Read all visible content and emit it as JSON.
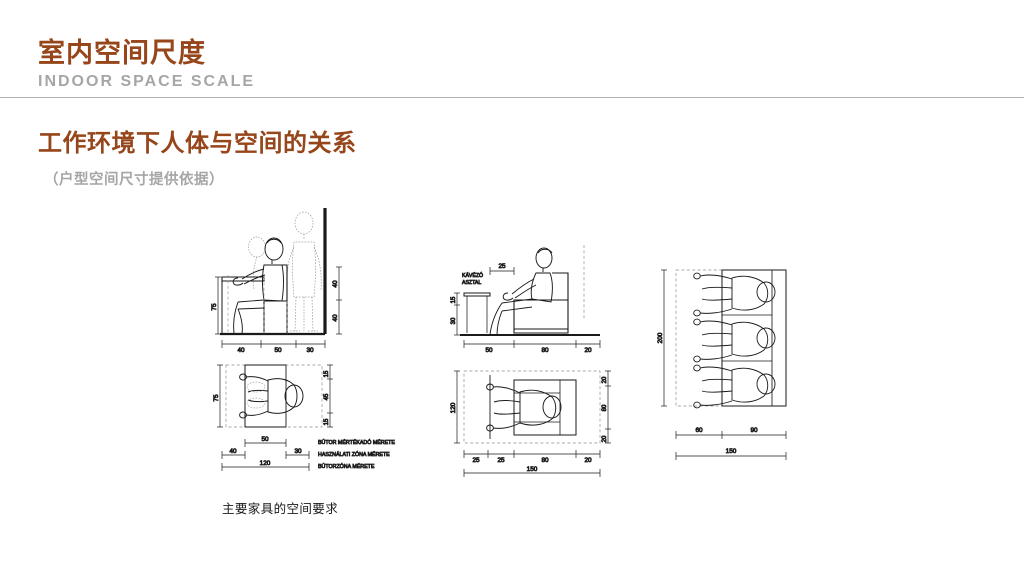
{
  "header": {
    "title_cn": "室内空间尺度",
    "title_en": "INDOOR SPACE SCALE",
    "accent_color": "#96461a",
    "muted_color": "#a6a6a6",
    "rule_color": "#b0b0b0"
  },
  "section": {
    "title": "工作环境下人体与空间的关系",
    "subtitle": "（户型空间尺寸提供依据）"
  },
  "caption": "主要家具的空间要求",
  "figures": {
    "desk": {
      "name": "工作桌与人体关系",
      "elevation": {
        "vertical_left": "75",
        "vertical_right_upper": "40",
        "vertical_right_lower": "40",
        "bottom_dims": [
          "40",
          "50",
          "30"
        ]
      },
      "plan": {
        "vertical_left": "75",
        "vertical_right": [
          "15",
          "45",
          "15"
        ],
        "dim_furniture": "50",
        "dim_zone_left": "40",
        "dim_zone_right": "30",
        "dim_total": "120"
      },
      "legend": [
        "BÚTOR MÉRTÉKADÓ MÉRETE",
        "HASZNÁLATI ZÓNA MÉRETE",
        "BÚTORZÓNA MÉRETE"
      ]
    },
    "sofa_side": {
      "name": "单人沙发与茶几",
      "elevation": {
        "table_label_line1": "KÁVÉZÓ",
        "table_label_line2": "ASZTAL",
        "dim_table_width": "25",
        "vertical_upper": "15",
        "vertical_lower": "30",
        "bottom_dims": [
          "50",
          "80",
          "20"
        ]
      },
      "plan": {
        "vertical_left": "120",
        "vertical_right": [
          "20",
          "80",
          "20"
        ],
        "bottom_dims": [
          "25",
          "25",
          "80",
          "20"
        ],
        "dim_total": "150"
      }
    },
    "sofa_three": {
      "name": "三人沙发平面",
      "plan": {
        "vertical_left": "200",
        "bottom_dims": [
          "60",
          "90"
        ],
        "dim_total": "150"
      }
    }
  }
}
